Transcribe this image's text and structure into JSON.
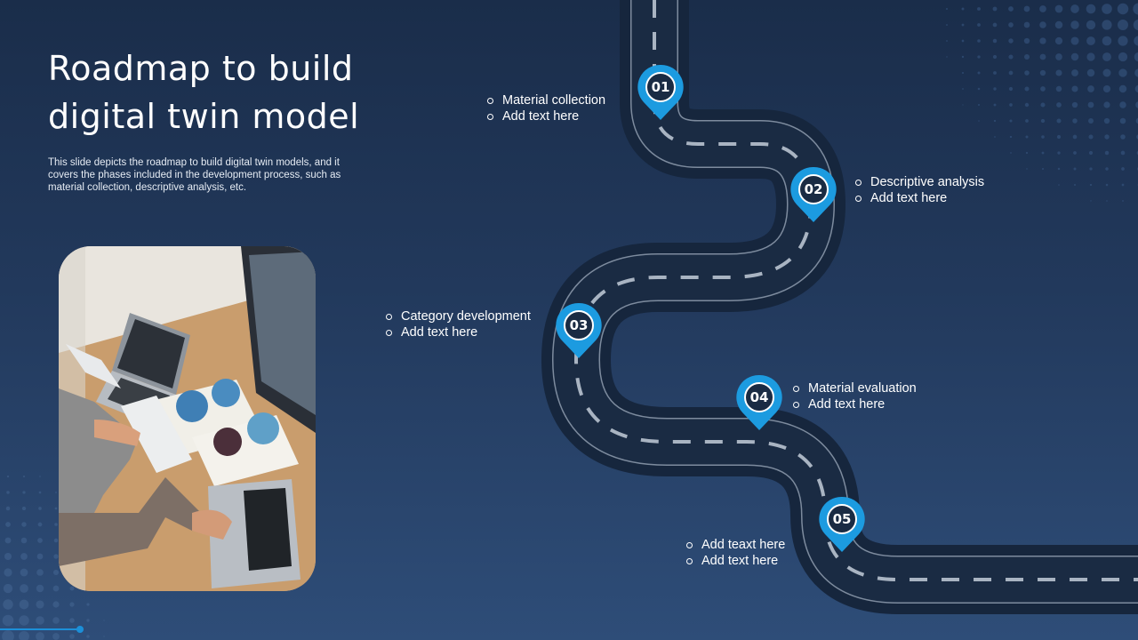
{
  "slide": {
    "title_line1": "Roadmap to build",
    "title_line2": "digital twin model",
    "description": "This slide depicts the roadmap to build digital twin models, and it covers the phases included in the development process, such as material collection, descriptive analysis, etc."
  },
  "milestones": [
    {
      "number": "01",
      "line1": "Material collection",
      "line2": "Add text here"
    },
    {
      "number": "02",
      "line1": "Descriptive analysis",
      "line2": "Add text here"
    },
    {
      "number": "03",
      "line1": "Category development",
      "line2": "Add text here"
    },
    {
      "number": "04",
      "line1": "Material evaluation",
      "line2": "Add text here"
    },
    {
      "number": "05",
      "line1": "Add teaxt here",
      "line2": "Add text here"
    }
  ],
  "colors": {
    "background_top": "#1a2d4a",
    "background_bottom": "#2e4d78",
    "road": "#16263d",
    "road_dash": "#a9b4c2",
    "pin": "#1c9be0",
    "accent": "#1c8fd8"
  },
  "icons": {
    "bullet": "hollow-circle-bullet-icon",
    "pin": "map-pin-icon"
  }
}
